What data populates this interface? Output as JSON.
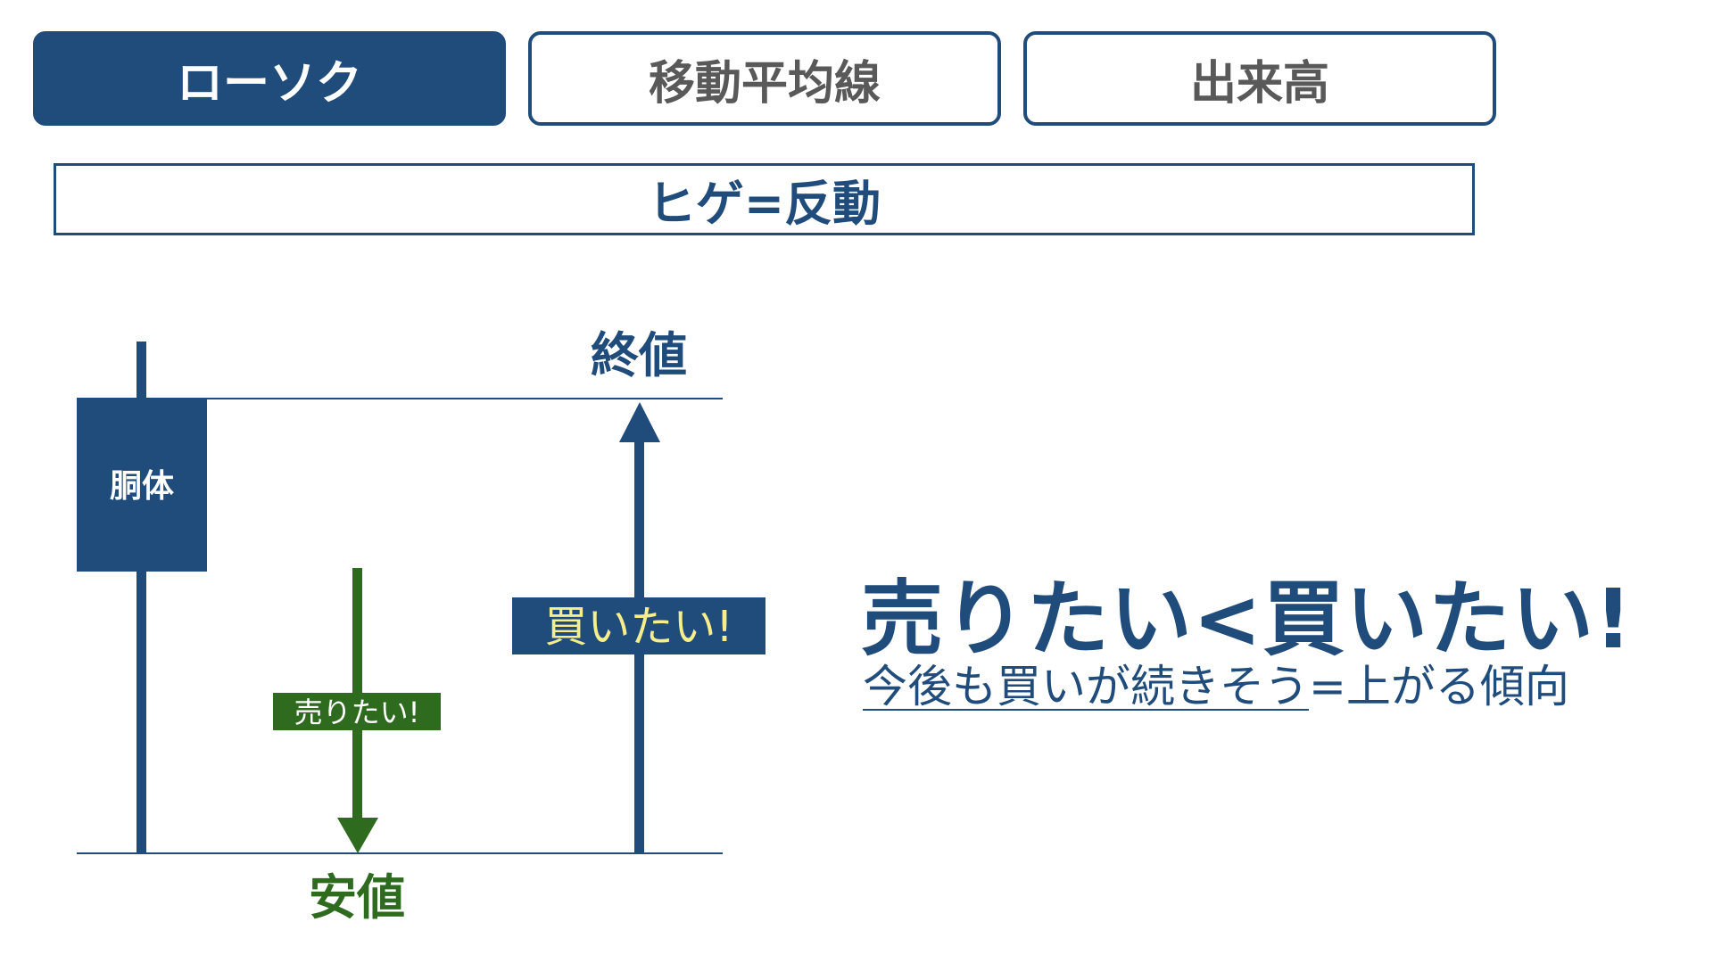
{
  "tabs": [
    {
      "label": "ローソク",
      "active": true
    },
    {
      "label": "移動平均線",
      "active": false
    },
    {
      "label": "出来高",
      "active": false
    }
  ],
  "title": "ヒゲ=反動",
  "diagram": {
    "body_label": "胴体",
    "close_label": "終値",
    "low_label": "安値",
    "buy_label": "買いたい!",
    "sell_label": "売りたい!"
  },
  "headline": "売りたい<買いたい!",
  "subline": {
    "underlined": "今後も買いが続きそう",
    "rest": "=上がる傾向"
  },
  "colors": {
    "navy": "#204c7c",
    "green": "#2f6b1f",
    "yellow_text": "#f5ee8a",
    "inactive_text": "#595959"
  }
}
